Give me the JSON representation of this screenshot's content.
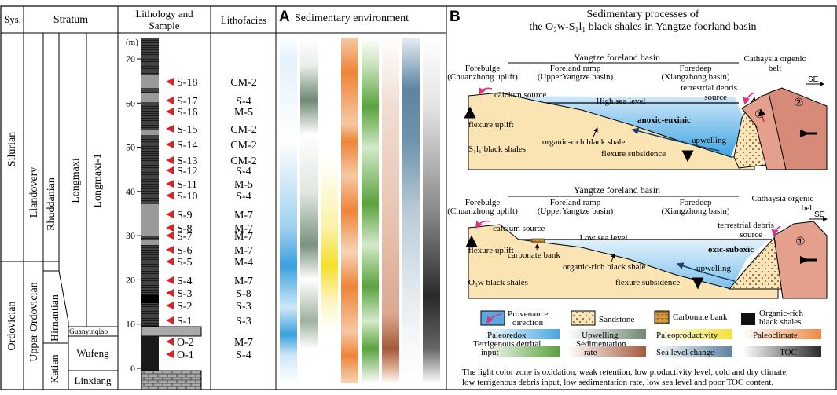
{
  "headers": {
    "sys": "Sys.",
    "stratum": "Stratum",
    "lithology_1": "Lithology and",
    "lithology_2": "Sample",
    "lithofacies": "Lithofacies",
    "panel_a": "A",
    "sed_env": "Sedimentary environment",
    "panel_b": "B",
    "proc_title_1": "Sedimentary processes of",
    "proc_title_2": "the O₃w-S₁l₁ black shales in Yangtze foerland basin"
  },
  "strat": {
    "silurian": "Silurian",
    "ordovician": "Ordovician",
    "llandovery": "Llandovery",
    "upper_ordovician": "Upper Ordovician",
    "rhuddanian": "Rhuddanian",
    "hirnantian": "Hirnantian",
    "katian": "Katian",
    "longmaxi": "Longmaxi",
    "longmaxi1": "Longmaxi-1",
    "guanyinqiao": "Guanyinqiao",
    "wufeng": "Wufeng",
    "linxiang": "Linxiang"
  },
  "depth": {
    "unit": "(m)",
    "ticks": [
      "70",
      "60",
      "50",
      "40",
      "30",
      "20",
      "10",
      "0"
    ]
  },
  "samples": [
    {
      "id": "S-18",
      "facies": "CM-2"
    },
    {
      "id": "S-17",
      "facies": "S-4"
    },
    {
      "id": "S-16",
      "facies": "M-5"
    },
    {
      "id": "S-15",
      "facies": "CM-2"
    },
    {
      "id": "S-14",
      "facies": "CM-2"
    },
    {
      "id": "S-13",
      "facies": "CM-2"
    },
    {
      "id": "S-12",
      "facies": "S-4"
    },
    {
      "id": "S-11",
      "facies": "M-5"
    },
    {
      "id": "S-10",
      "facies": "S-4"
    },
    {
      "id": "S-9",
      "facies": "M-7"
    },
    {
      "id": "S-8",
      "facies": "M-7"
    },
    {
      "id": "S-7",
      "facies": "M-7"
    },
    {
      "id": "S-6",
      "facies": "M-7"
    },
    {
      "id": "S-5",
      "facies": "M-4"
    },
    {
      "id": "S-4",
      "facies": "M-7"
    },
    {
      "id": "S-3",
      "facies": "S-8"
    },
    {
      "id": "S-2",
      "facies": "S-3"
    },
    {
      "id": "S-1",
      "facies": "S-3"
    },
    {
      "id": "O-2",
      "facies": "M-7"
    },
    {
      "id": "O-1",
      "facies": "S-4"
    }
  ],
  "env_colors": [
    "#4aa6df",
    "#8aa68e",
    "#f2e13a",
    "#ef8a43",
    "#5aa33e",
    "#b86a48",
    "#5d84a2",
    "#2b2b2b"
  ],
  "diagram": {
    "basin": "Yangtze foreland basin",
    "forebulge_1": "Forebulge",
    "forebulge_2": "(Chuanzhong uplift)",
    "ramp_1": "Foreland ramp",
    "ramp_2": "(UpperYangtze basin)",
    "foredeep_1": "Foredeep",
    "foredeep_2": "(Xiangzhong basin)",
    "cathaysia_1": "Cathaysia orgenic",
    "cathaysia_2": "belt",
    "se": "SE",
    "calcium": "calcium source",
    "flexure_uplift": "flexure uplift",
    "organic_shale": "organic-rich black shale",
    "upwelling": "upwelling",
    "flexure_subsidence": "flexure subsidence",
    "terrestrial_1": "terrestrial debris",
    "terrestrial_2": "source",
    "circle1": "①",
    "circle2": "②"
  },
  "top_diagram": {
    "sea_level": "High sea level",
    "redox": "anoxic-euxinic",
    "shales": "S₁l₁ black shales"
  },
  "bottom_diagram": {
    "sea_level": "Low sea level",
    "redox": "oxic-suboxic",
    "shales": "O₃w black shales",
    "carbonate_bank": "carbonate bank"
  },
  "legend": {
    "provenance_1": "Provenance",
    "provenance_2": "direction",
    "sandstone": "Sandstone",
    "carbonate": "Carbonate bank",
    "organic_1": "Organic-rich",
    "organic_2": "black shales",
    "paleoredox": "Paleoredox",
    "upwelling": "Upwelling",
    "paleoproductivity": "Paleoproductivity",
    "paleoclimate": "Paleoclimate",
    "terrigenous_1": "Terrigenous detrital",
    "terrigenous_2": "input",
    "sedimentation_1": "Sedimentation",
    "sedimentation_2": "rate",
    "sea_level_change": "Sea level change",
    "toc": "TOC"
  },
  "note_1": "The light color zone is oxidation, weak retention, low productivity level, cold and dry climate,",
  "note_2": "low terrigenous debris input, low sedimentation rate, low sea level and poor TOC content."
}
